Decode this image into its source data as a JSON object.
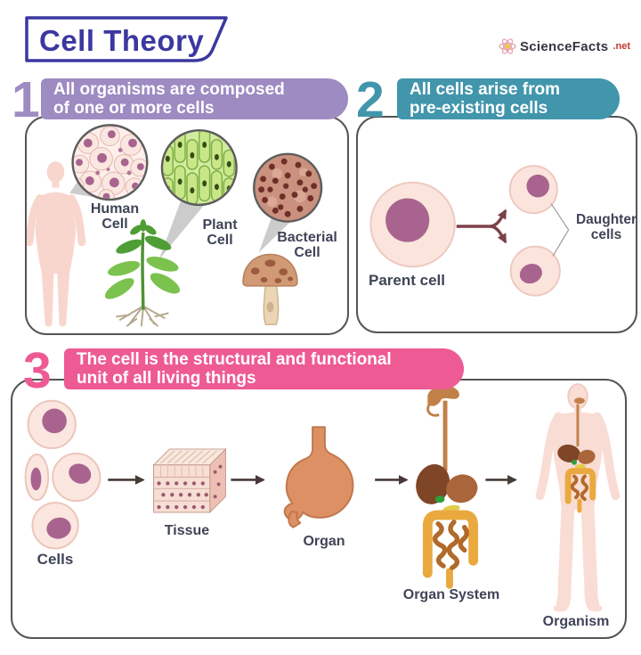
{
  "title": "Cell Theory",
  "logo": {
    "brand": "ScienceFacts",
    "tld": ".net"
  },
  "colors": {
    "section1_accent": "#9d8bc2",
    "section2_accent": "#4296ac",
    "section3_accent": "#ee5a94",
    "title_ink": "#3b38a0",
    "panel_border": "#555555",
    "label_ink": "#3f4457",
    "cell_fill": "#fbe6df",
    "nucleus": "#a8648e"
  },
  "sections": [
    {
      "number": "1",
      "heading_lines": [
        "All organisms are composed",
        "of one or more cells"
      ],
      "cell_labels": [
        {
          "line1": "Human",
          "line2": "Cell"
        },
        {
          "line1": "Plant",
          "line2": "Cell"
        },
        {
          "line1": "Bacterial",
          "line2": "Cell"
        }
      ]
    },
    {
      "number": "2",
      "heading_lines": [
        "All cells arise from",
        "pre-existing cells"
      ],
      "parent_label": "Parent cell",
      "daughter_label_lines": [
        "Daughter",
        "cells"
      ]
    },
    {
      "number": "3",
      "heading_lines": [
        "The cell is the structural and functional",
        "unit of all living things"
      ],
      "steps": [
        "Cells",
        "Tissue",
        "Organ",
        "Organ System",
        "Organism"
      ]
    }
  ]
}
